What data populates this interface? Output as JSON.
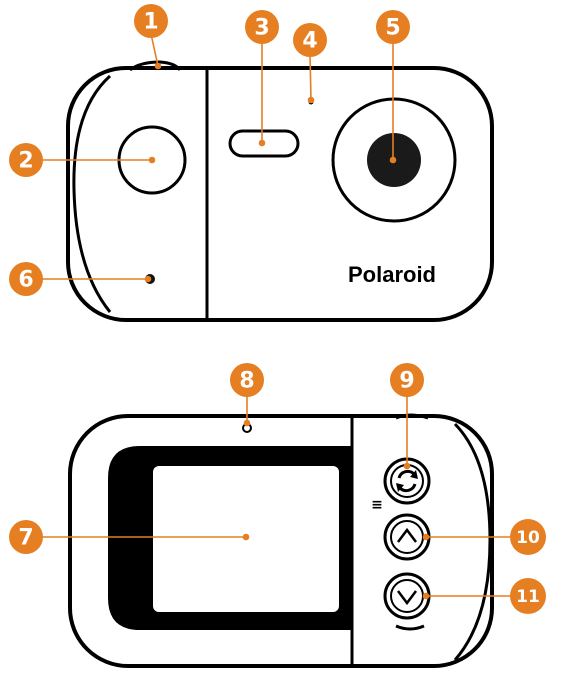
{
  "brand": {
    "logo_text": "Polaroid"
  },
  "menu_symbol": "≡",
  "colors": {
    "callout": "#E67E22",
    "outline": "#000000",
    "lens": "#1a1a1a",
    "screen_bezel": "#000000"
  },
  "icons": {
    "button_9": "refresh-cycle-icon",
    "button_10": "chevron-up-icon",
    "button_11": "chevron-down-icon",
    "menu": "menu-lines-icon"
  },
  "callouts": [
    {
      "number": "1"
    },
    {
      "number": "2"
    },
    {
      "number": "3"
    },
    {
      "number": "4"
    },
    {
      "number": "5"
    },
    {
      "number": "6"
    },
    {
      "number": "7"
    },
    {
      "number": "8"
    },
    {
      "number": "9"
    },
    {
      "number": "10"
    },
    {
      "number": "11"
    }
  ]
}
